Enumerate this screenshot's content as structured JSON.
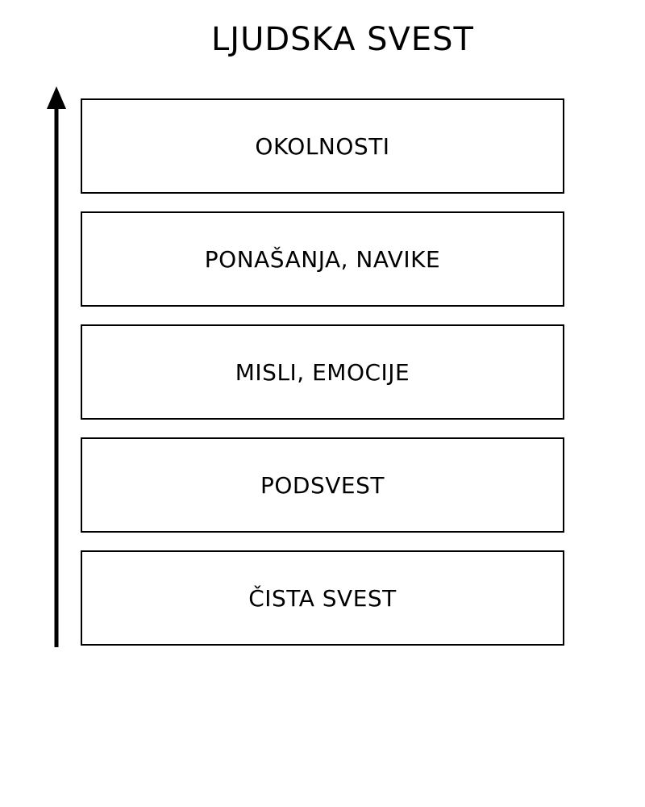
{
  "diagram": {
    "title": "LJUDSKA SVEST",
    "layers": [
      {
        "label": "OKOLNOSTI"
      },
      {
        "label": "PONAŠANJA, NAVIKE"
      },
      {
        "label": "MISLI, EMOCIJE"
      },
      {
        "label": "PODSVEST"
      },
      {
        "label": "ČISTA SVEST"
      }
    ],
    "arrow": {
      "icon": "up-arrow-icon",
      "direction": "up"
    },
    "colors": {
      "background": "#ffffff",
      "line": "#000000",
      "text": "#000000",
      "box_fill": "#ffffff"
    }
  }
}
